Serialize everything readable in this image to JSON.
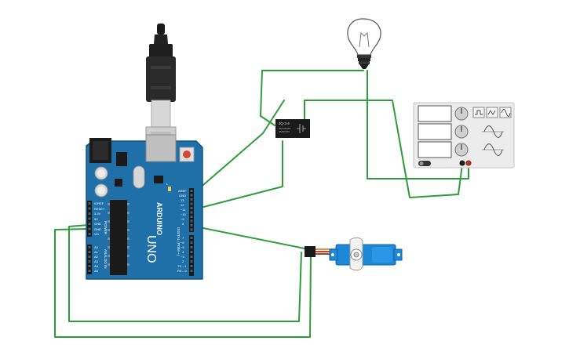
{
  "arduino": {
    "brand": "ARDUINO",
    "model": "UNO",
    "digital_label": "DIGITAL (PWM ~)",
    "power_label": "POWER",
    "analog_label": "ANALOG IN",
    "tx_label": "TX",
    "rx_label": "RX",
    "l_label": "L",
    "pin_aref": "AREF",
    "pin_gnd": "GND",
    "digital_pins": [
      "13",
      "12",
      "~11",
      "~10",
      "~9",
      "8",
      "7",
      "~6",
      "~5",
      "4",
      "~3",
      "2",
      "TX→1",
      "RX←0"
    ],
    "power_pins": [
      "IOREF",
      "RESET",
      "3.3V",
      "5V",
      "GND",
      "GND",
      "Vin"
    ],
    "analog_pins": [
      "A0",
      "A1",
      "A2",
      "A3",
      "A4",
      "A5"
    ]
  },
  "relay": {
    "label": "JQ-3-4",
    "spec_line1": "3A/125VAC",
    "spec_line2": "3A/30VDC"
  },
  "function_generator": {
    "wave_buttons": [
      "square",
      "triangle",
      "sine"
    ]
  },
  "colors": {
    "wire": "#2e9c3a",
    "board": "#1f6fa8",
    "board_dark": "#135482",
    "servo": "#1e88d8"
  }
}
